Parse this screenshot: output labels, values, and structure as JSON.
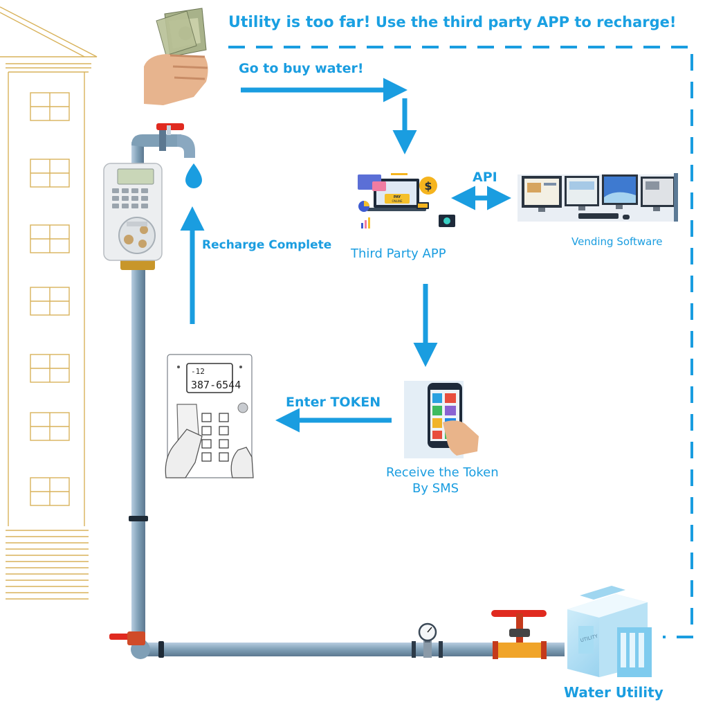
{
  "title": {
    "part1": "Utility is too far!",
    "part2": "Use the third party APP to recharge!"
  },
  "labels": {
    "go_buy": "Go to buy water!",
    "api": "API",
    "vending_software": "Vending Software",
    "third_party_app": "Third Party APP",
    "recharge_complete": "Recharge Complete",
    "enter_token": "Enter TOKEN",
    "receive_token_line1": "Receive the Token",
    "receive_token_line2": "By SMS",
    "water_utility": "Water Utility"
  },
  "meter_display": {
    "small_value": "-12",
    "token_value": "387-6544"
  },
  "app_screen": {
    "pay_line1": "PAY",
    "pay_line2": "ONLINE"
  },
  "building_sign": "UTILITY",
  "colors": {
    "accent_blue": "#1a9de0",
    "pipe_blue": "#7f9fb6",
    "valve_red": "#e02a1f",
    "building_outline": "#d8b25a"
  }
}
